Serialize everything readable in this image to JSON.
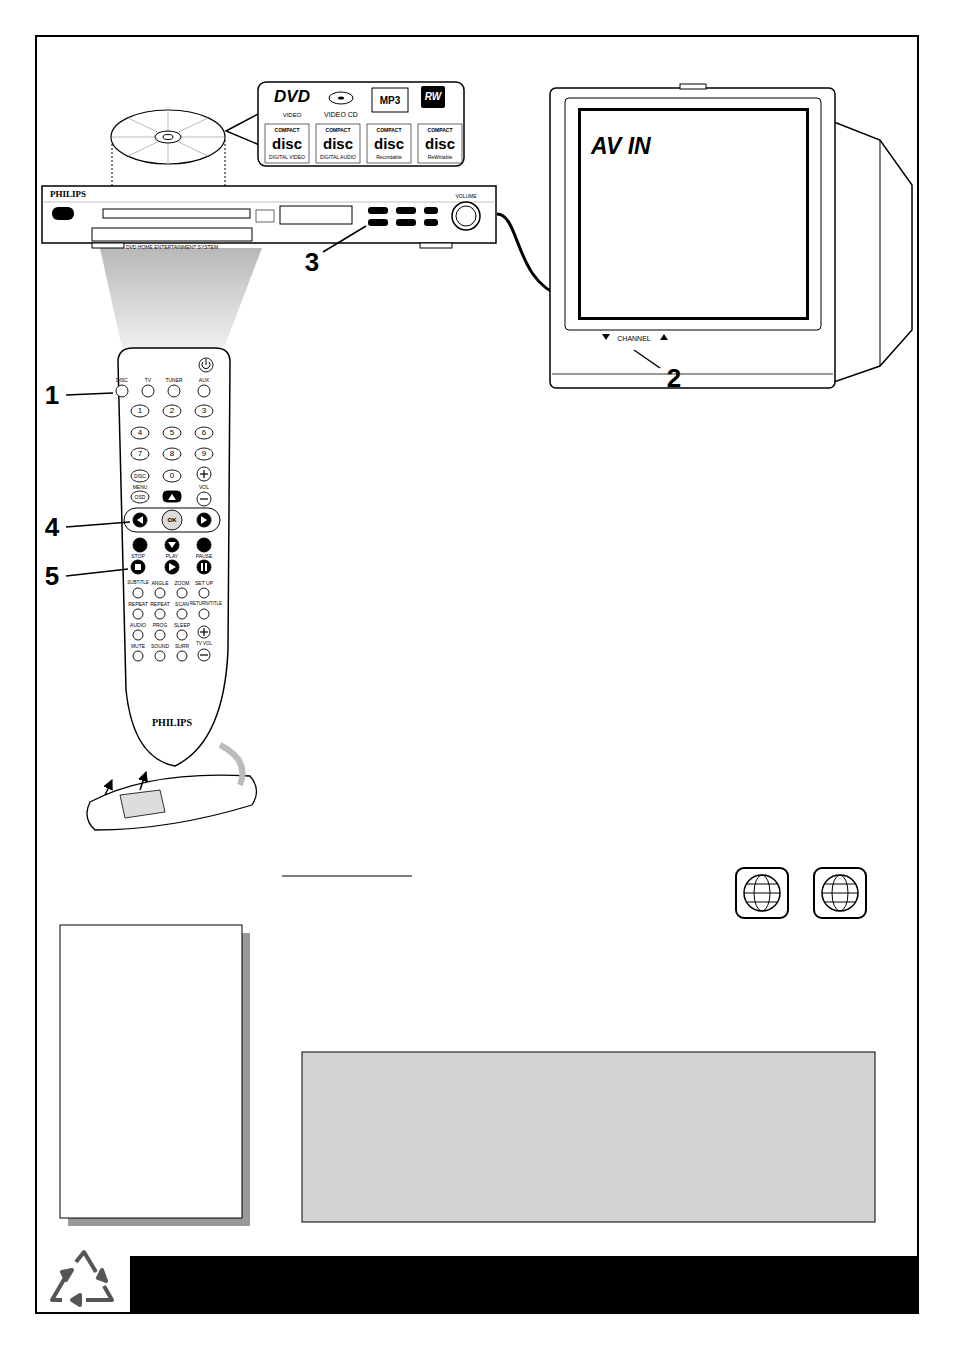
{
  "diagram": {
    "nodes": [
      {
        "text": [
          "AV IN"
        ]
      }
    ],
    "edges": [],
    "labels": [
      "1",
      "2",
      "3",
      "4",
      "5",
      "DVD",
      "VIDEO",
      "VIDEO CD",
      "MP3",
      "RW",
      "COMPACT",
      "disc",
      "DIGITAL VIDEO",
      "COMPACT",
      "disc",
      "DIGITAL AUDIO",
      "COMPACT",
      "disc",
      "Recordable",
      "COMPACT",
      "disc",
      "ReWritable",
      "PHILIPS",
      "DVD HOME ENTERTAINMENT SYSTEM",
      "VOLUME",
      "CHANNEL",
      "DISC",
      "TV",
      "TUNER",
      "AUX",
      "1",
      "2",
      "3",
      "4",
      "5",
      "6",
      "7",
      "8",
      "9",
      "DISC",
      "0",
      "MENU",
      "OSD",
      "VOL",
      "OK",
      "STOP",
      "PLAY",
      "PAUSE",
      "SUBTITLE",
      "ANGLE",
      "ZOOM",
      "SET UP",
      "REPEAT",
      "REPEAT",
      "SCAN",
      "RETURN/TITLE",
      "AUDIO",
      "PROG",
      "SLEEP",
      "MUTE",
      "SOUND",
      "SURR",
      "TV VOL",
      "PHILIPS"
    ]
  }
}
